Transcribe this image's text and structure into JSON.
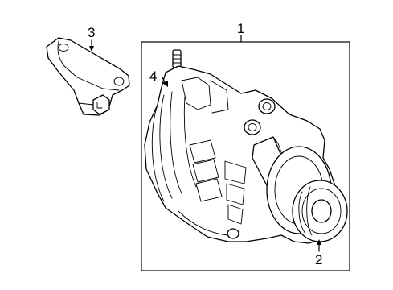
{
  "callouts": {
    "c1": "1",
    "c2": "2",
    "c3": "3",
    "c4": "4"
  },
  "colors": {
    "ink": "#000000",
    "background": "#ffffff"
  }
}
